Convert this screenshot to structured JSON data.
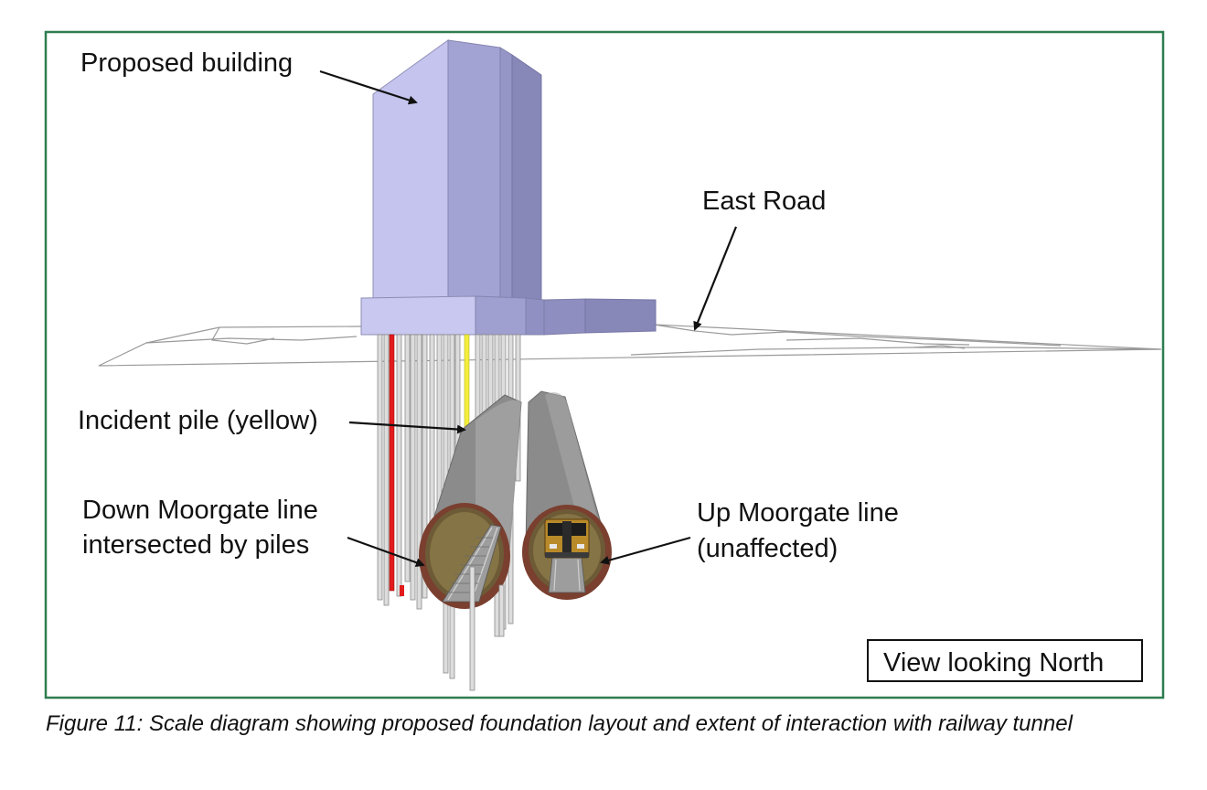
{
  "labels": {
    "building": "Proposed building",
    "road": "East Road",
    "incident_pile": "Incident pile (yellow)",
    "down_line_1": "Down Moorgate line",
    "down_line_2": "intersected by piles",
    "up_line_1": "Up Moorgate line",
    "up_line_2": "(unaffected)",
    "view": "View looking North"
  },
  "caption": "Figure 11: Scale diagram showing proposed foundation layout and extent of interaction with railway tunnel",
  "colors": {
    "frame": "#2e7d4f",
    "building_front": "#c4c4ee",
    "building_side": "#9f9fd0",
    "building_side_dark": "#8787b8",
    "pile": "#dcdcdc",
    "pile_red": "#e21b1b",
    "pile_yellow": "#f2ee3a",
    "tunnel": "#8a8a8a",
    "tunnel_lining": "#7a3f2f"
  }
}
